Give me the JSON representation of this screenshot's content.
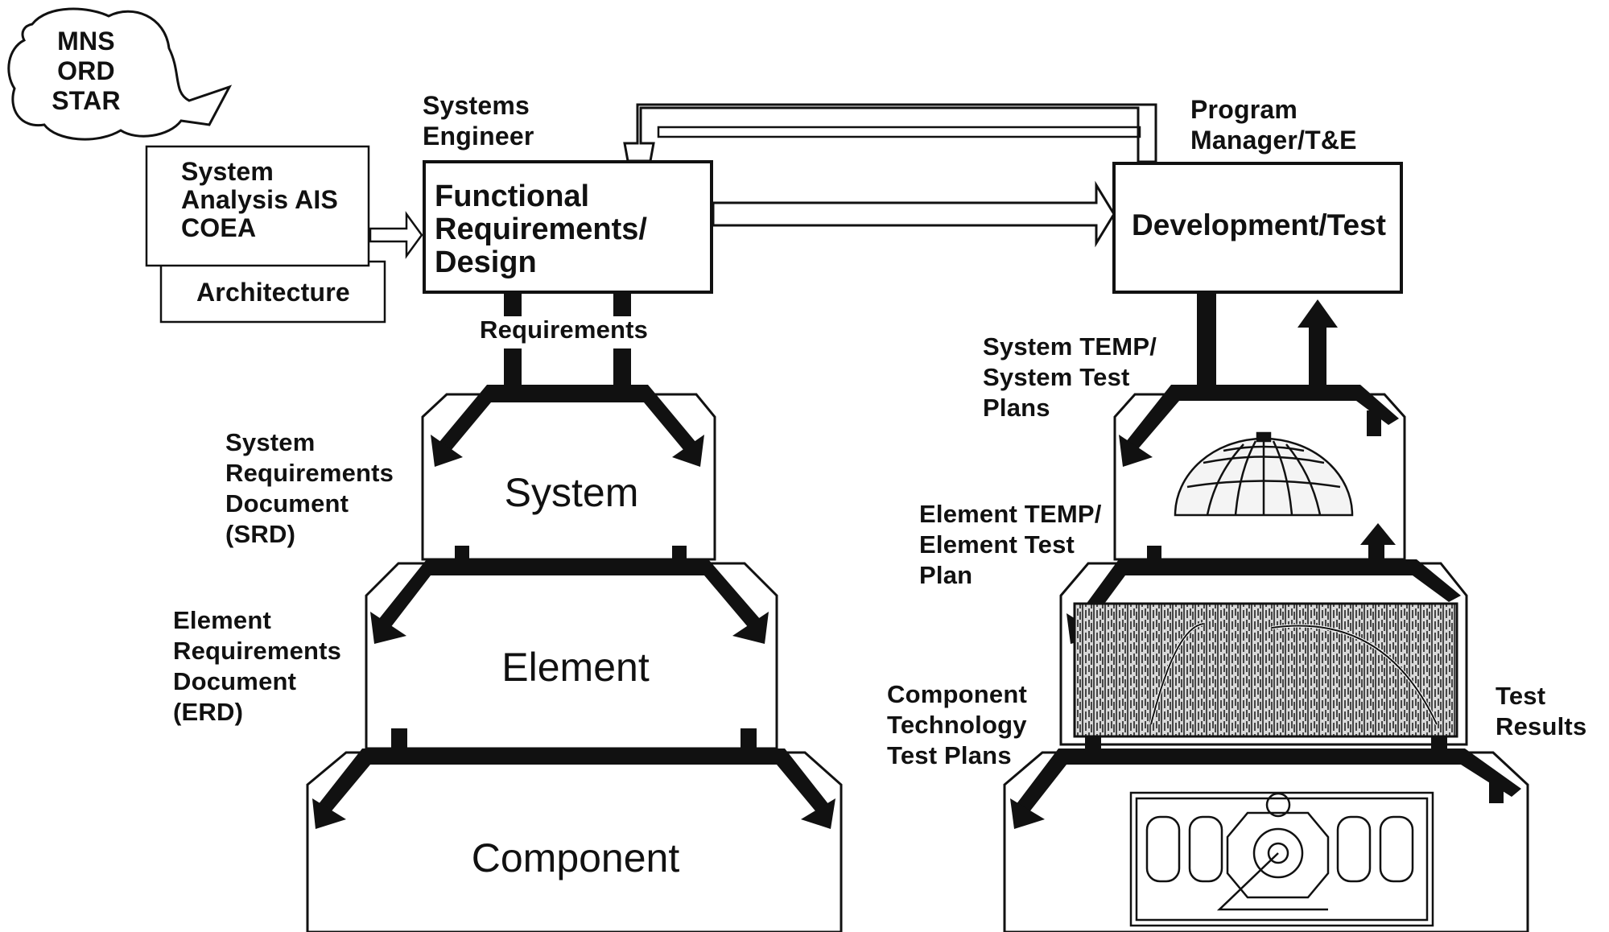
{
  "input_cloud": {
    "text": "MNS\nORD\nSTAR"
  },
  "analysis_box": {
    "text": "System\nAnalysis AIS\nCOEA",
    "architecture": "Architecture"
  },
  "functional_box": {
    "text": "Functional\nRequirements/\nDesign",
    "role": "Systems\nEngineer"
  },
  "dev_box": {
    "text": "Development/Test",
    "role": "Program\nManager/T&E"
  },
  "requirements_label": "Requirements",
  "left_stack": {
    "tiers": [
      "System",
      "Element",
      "Component"
    ],
    "docs": [
      "System\nRequirements\nDocument\n(SRD)",
      "Element\nRequirements\nDocument\n(ERD)"
    ]
  },
  "right_stack": {
    "labels": [
      "System TEMP/\nSystem Test\nPlans",
      "Element TEMP/\nElement Test\nPlan",
      "Component\nTechnology\nTest Plans"
    ],
    "results": "Test\nResults"
  }
}
